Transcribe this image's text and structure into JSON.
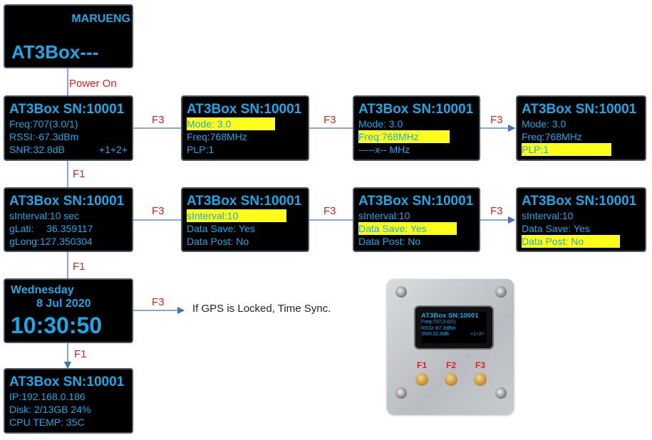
{
  "boot": {
    "brand": "MARUENG",
    "title": "AT3Box---"
  },
  "main": {
    "title": "AT3Box SN:10001",
    "freq": "Freq:707(3.0/1)",
    "rssi": "RSSI:-67.3dBm",
    "snr": "SNR:32.8dB",
    "tail": "+1+2+"
  },
  "tuner_edit": [
    {
      "title": "AT3Box SN:10001",
      "l1": "Mode: 3.0",
      "l2": "Freq:768MHz",
      "l3": "PLP:1"
    },
    {
      "title": "AT3Box SN:10001",
      "l1": "Mode: 3.0",
      "l2": "Freq:768MHz",
      "l3": "-----x--   MHz"
    },
    {
      "title": "AT3Box SN:10001",
      "l1": "Mode: 3.0",
      "l2": "Freq:768MHz",
      "l3": "PLP:1"
    }
  ],
  "gps": {
    "title": "AT3Box SN:10001",
    "interval": "sInterval:10 sec",
    "lat_label": "gLati:",
    "lat_value": "36.359117",
    "long": "gLong:127.350304"
  },
  "data_edit": [
    {
      "title": "AT3Box SN:10001",
      "l1": "sInterval:10",
      "l2": "Data Save: Yes",
      "l3": "Data Post: No"
    },
    {
      "title": "AT3Box SN:10001",
      "l1": "sInterval:10",
      "l2": "Data Save: Yes",
      "l3": "Data Post: No"
    },
    {
      "title": "AT3Box SN:10001",
      "l1": "sInterval:10",
      "l2": "Data Save: Yes",
      "l3": "Data Post: No"
    }
  ],
  "clock": {
    "day": "Wednesday",
    "date": "8 Jul 2020",
    "time": "10:30:50"
  },
  "system": {
    "title": "AT3Box SN:10001",
    "ip": "IP:192.168.0.186",
    "disk": "Disk: 2/13GB 24%",
    "temp": "CPU TEMP: 35C"
  },
  "labels": {
    "power_on": "Power On",
    "f1": "F1",
    "f3": "F3",
    "f2": "F2"
  },
  "note": "If GPS is Locked, Time Sync.",
  "device": {
    "title": "AT3Box SN:10001",
    "freq": "Freq:707(3.0/1)",
    "rssi": "RSSI:-67.3dBm",
    "snr": "SNR:32.8dB",
    "tail": "+1+2+"
  },
  "colors": {
    "screen_text": "#19a8e8",
    "highlight": "#ffff1a",
    "label": "#e0201a",
    "arrow": "#4472c4"
  }
}
